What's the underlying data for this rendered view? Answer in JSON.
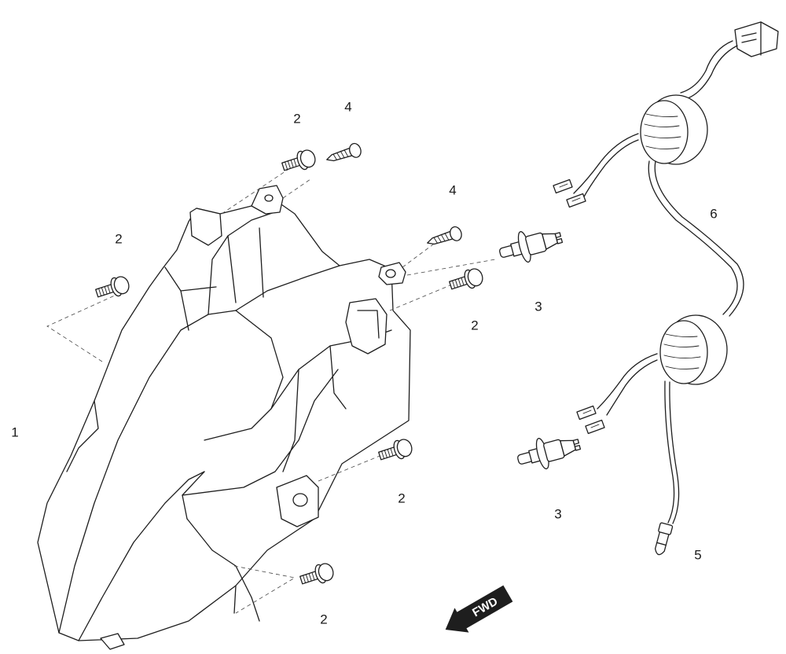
{
  "callouts": {
    "headlight_assembly": "1",
    "bolt_upper_left": "2",
    "bolt_top": "2",
    "screw_top": "4",
    "screw_mid": "4",
    "bolt_right_upper": "2",
    "bolt_right_lower": "2",
    "bolt_bottom": "2",
    "bulb_upper": "3",
    "bulb_lower": "3",
    "wire_harness": "6",
    "position_bulb": "5"
  },
  "direction_arrow": {
    "label": "FWD"
  }
}
